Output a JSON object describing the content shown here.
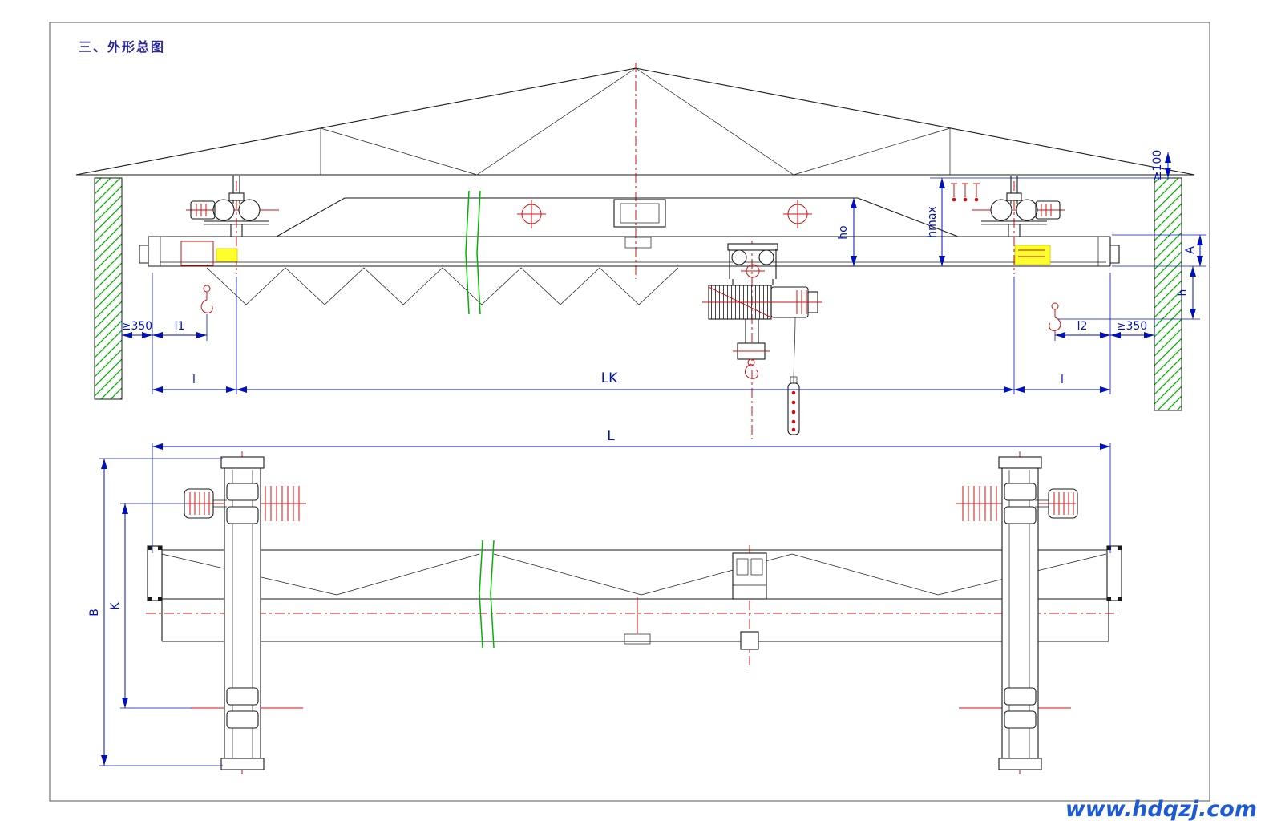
{
  "title": "三、外形总图",
  "watermark": "www.hdqzj.com",
  "dimensions": {
    "elevation": {
      "min_left": "≥350",
      "l1": "l1",
      "l_left": "l",
      "span": "LK",
      "l_right": "l",
      "l2": "l2",
      "min_right": "≥350",
      "roof_clearance": "≥100",
      "girder_height": "ho",
      "h_max": "hmax",
      "end_height": "A",
      "hook_clearance": "h"
    },
    "plan": {
      "total_length": "L",
      "carriage_length": "B",
      "wheel_base": "K"
    }
  },
  "colors": {
    "outline": "#1a1a1a",
    "dimension": "#0011bb",
    "centerline": "#cc1111",
    "section_hatch": "#00b300",
    "highlight": "#ffff2e",
    "title": "#2a2a9a",
    "watermark": "#1d5ad4"
  }
}
